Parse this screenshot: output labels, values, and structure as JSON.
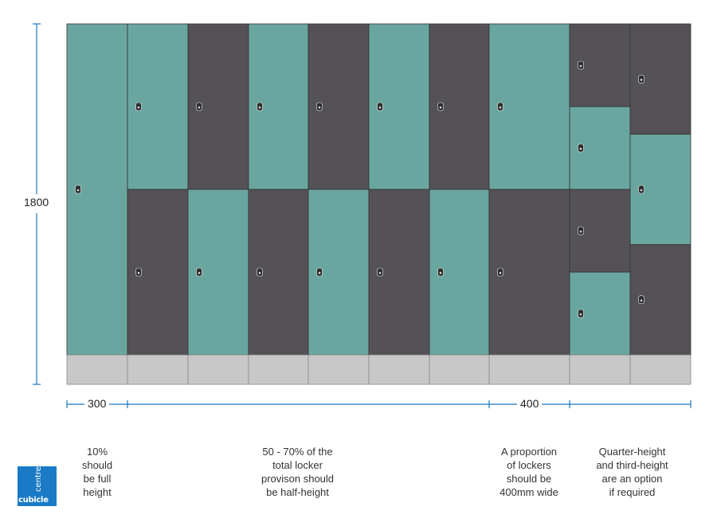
{
  "colors": {
    "teal": "#6aa6a0",
    "dark": "#545257",
    "base": "#c8c8c8",
    "dimension_line": "#1a78c2",
    "callout": "#c4c4c4",
    "logo": "#1a7ac6"
  },
  "dimensions": {
    "height_label": "1800",
    "width_standard_label": "300",
    "width_wide_label": "400"
  },
  "locker_columns": [
    {
      "type": "full",
      "doors": [
        "teal"
      ]
    },
    {
      "type": "half",
      "doors": [
        "teal",
        "dark"
      ]
    },
    {
      "type": "half",
      "doors": [
        "dark",
        "teal"
      ]
    },
    {
      "type": "half",
      "doors": [
        "teal",
        "dark"
      ]
    },
    {
      "type": "half",
      "doors": [
        "dark",
        "teal"
      ]
    },
    {
      "type": "half",
      "doors": [
        "teal",
        "dark"
      ]
    },
    {
      "type": "half",
      "doors": [
        "dark",
        "teal"
      ]
    },
    {
      "type": "half-wide",
      "doors": [
        "teal",
        "dark"
      ]
    },
    {
      "type": "quarter",
      "doors": [
        "dark",
        "teal",
        "dark",
        "teal"
      ]
    },
    {
      "type": "third",
      "doors": [
        "dark",
        "teal",
        "dark"
      ]
    }
  ],
  "callouts": [
    {
      "text": "10%\nshould\nbe full\nheight"
    },
    {
      "text": "50 - 70% of the\ntotal locker\nprovison should\nbe half-height"
    },
    {
      "text": "A proportion\nof lockers\nshould be\n400mm wide"
    },
    {
      "text": "Quarter-height\nand third-height\nare an option\nif required"
    }
  ],
  "logo": {
    "line1": "cubicle",
    "line2": "centre"
  }
}
